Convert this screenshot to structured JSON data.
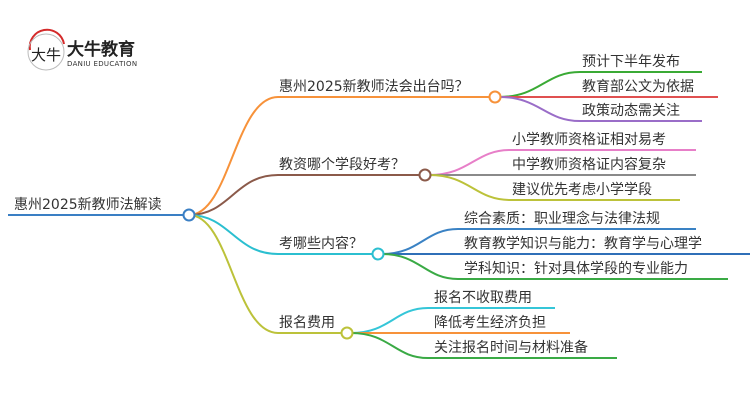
{
  "logo": {
    "name_cn": "大牛教育",
    "name_en": "DANIU EDUCATION",
    "mark_text": "大牛"
  },
  "root": {
    "label": "惠州2025新教师法解读",
    "color": "#3a7fc4"
  },
  "branches": [
    {
      "label": "惠州2025新教师法会出台吗？",
      "color": "#f7923a",
      "children": [
        {
          "label": "预计下半年发布",
          "color": "#3aaa35"
        },
        {
          "label": "教育部公文为依据",
          "color": "#e05050"
        },
        {
          "label": "政策动态需关注",
          "color": "#9a6dc8"
        }
      ]
    },
    {
      "label": "教资哪个学段好考？",
      "color": "#8b5a4a",
      "children": [
        {
          "label": "小学教师资格证相对易考",
          "color": "#e77fc8"
        },
        {
          "label": "中学教师资格证内容复杂",
          "color": "#8a8a8a"
        },
        {
          "label": "建议优先考虑小学学段",
          "color": "#bcc23a"
        }
      ]
    },
    {
      "label": "考哪些内容？",
      "color": "#2bbfd0",
      "children": [
        {
          "label": "综合素质：职业理念与法律法规",
          "color": "#3a82c4"
        },
        {
          "label": "教育教学知识与能力：教育学与心理学",
          "color": "#2f6fb8"
        },
        {
          "label": "学科知识：针对具体学段的专业能力",
          "color": "#3aaa45"
        }
      ]
    },
    {
      "label": "报名费用",
      "color": "#bcc23a",
      "children": [
        {
          "label": "报名不收取费用",
          "color": "#35c6d8"
        },
        {
          "label": "降低考生经济负担",
          "color": "#f7923a"
        },
        {
          "label": "关注报名时间与材料准备",
          "color": "#3aaa45"
        }
      ]
    }
  ]
}
